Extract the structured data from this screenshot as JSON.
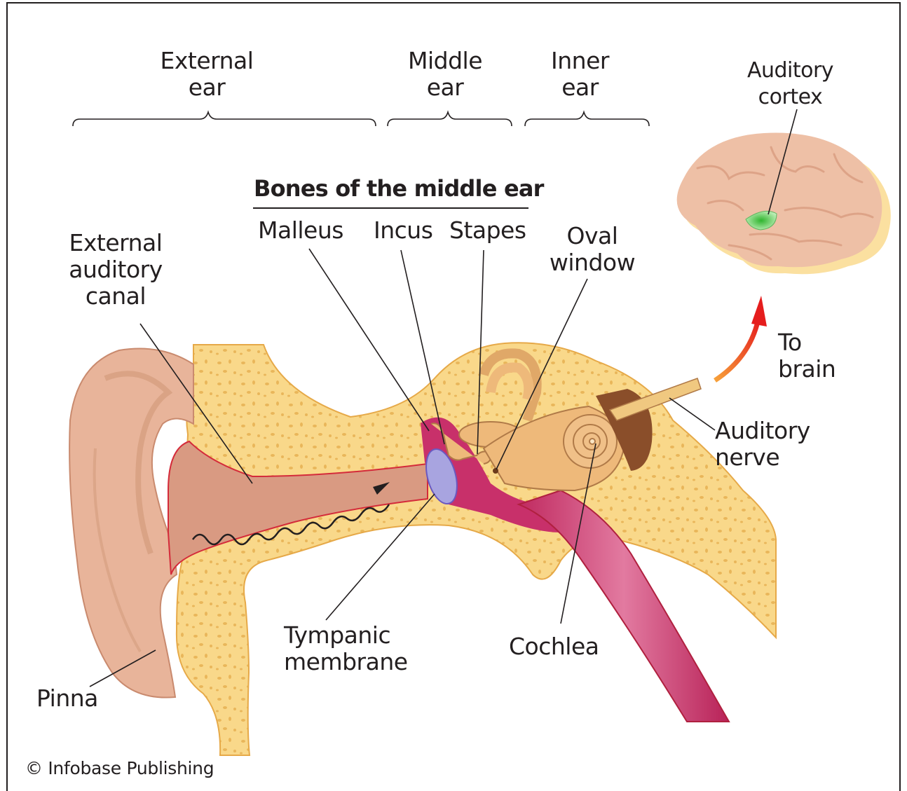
{
  "figure": {
    "type": "anatomical diagram",
    "subject": "Human ear and auditory pathway",
    "section_headers": [
      {
        "id": "external-ear",
        "lines": [
          "External",
          "ear"
        ]
      },
      {
        "id": "middle-ear",
        "lines": [
          "Middle",
          "ear"
        ]
      },
      {
        "id": "inner-ear",
        "lines": [
          "Inner",
          "ear"
        ]
      }
    ],
    "bones_title": "Bones of the middle ear",
    "bones": [
      "Malleus",
      "Incus",
      "Stapes"
    ],
    "labels": {
      "external_auditory_canal": [
        "External",
        "auditory",
        "canal"
      ],
      "oval_window": [
        "Oval",
        "window"
      ],
      "auditory_cortex": [
        "Auditory",
        "cortex"
      ],
      "to_brain": [
        "To",
        "brain"
      ],
      "auditory_nerve": [
        "Auditory",
        "nerve"
      ],
      "tympanic_membrane": [
        "Tympanic",
        "membrane"
      ],
      "cochlea": [
        "Cochlea"
      ],
      "pinna": [
        "Pinna"
      ]
    },
    "credit": "© Infobase Publishing"
  },
  "colors": {
    "bone": "#f9d88a",
    "bone_dark": "#f2c25a",
    "skin": "#e8b49a",
    "canal": "#d99a82",
    "middle_ear": "#c8306a",
    "eardrum": "#a8a4e0",
    "inner_ear": "#eeb97a",
    "brain": "#eec0a6",
    "cortex": "#6fd16f",
    "arrow": "#e8401c",
    "ink": "#231f20"
  }
}
